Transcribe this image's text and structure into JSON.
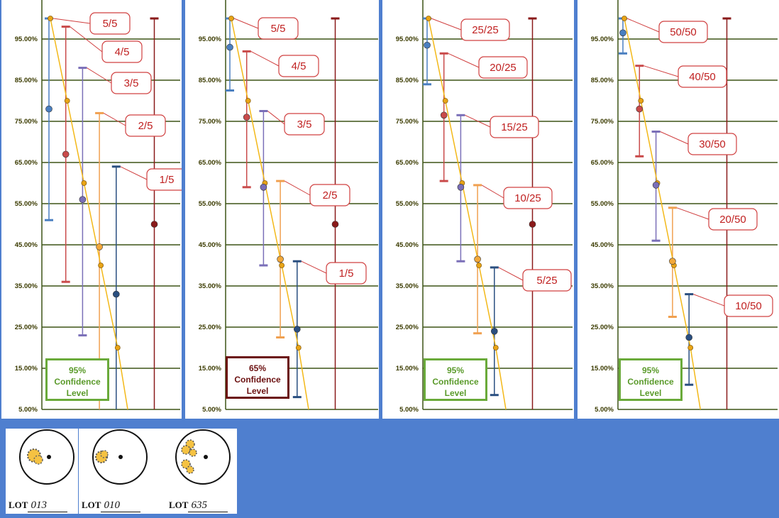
{
  "chart_data": [
    {
      "type": "scatter",
      "y_ticks": [
        "5.00%",
        "15.00%",
        "25.00%",
        "35.00%",
        "45.00%",
        "55.00%",
        "65.00%",
        "75.00%",
        "85.00%",
        "95.00%"
      ],
      "ylim": [
        5,
        100
      ],
      "confidence_label": [
        "95%",
        "Confidence",
        "Level"
      ],
      "groups": [
        {
          "label": "5/5",
          "color": "#4a7fc0",
          "mark": 78,
          "lo": 51,
          "hi": 100
        },
        {
          "label": "4/5",
          "color": "#c94a4a",
          "mark": 67,
          "lo": 36,
          "hi": 98
        },
        {
          "label": "3/5",
          "color": "#7a6fb8",
          "mark": 56,
          "lo": 23,
          "hi": 88
        },
        {
          "label": "2/5",
          "color": "#f0a050",
          "mark": 44.5,
          "lo": 5,
          "hi": 77
        },
        {
          "label": "1/5",
          "color": "#2a4f80",
          "mark": 33,
          "lo": 5,
          "hi": 64
        },
        {
          "label": "",
          "color": "#8a1a1a",
          "mark": 50,
          "lo": 5,
          "hi": 100
        }
      ],
      "trend_points": [
        [
          0,
          100
        ],
        [
          1,
          80
        ],
        [
          2,
          60
        ],
        [
          3,
          40
        ],
        [
          4,
          20
        ],
        [
          4.6,
          5
        ]
      ]
    },
    {
      "type": "scatter",
      "y_ticks": [
        "5.00%",
        "15.00%",
        "25.00%",
        "35.00%",
        "45.00%",
        "55.00%",
        "65.00%",
        "75.00%",
        "85.00%",
        "95.00%"
      ],
      "ylim": [
        5,
        100
      ],
      "confidence_label": [
        "65%",
        "Confidence",
        "Level"
      ],
      "groups": [
        {
          "label": "5/5",
          "color": "#4a7fc0",
          "mark": 93,
          "lo": 82.5,
          "hi": 100
        },
        {
          "label": "4/5",
          "color": "#c94a4a",
          "mark": 76,
          "lo": 59,
          "hi": 92
        },
        {
          "label": "3/5",
          "color": "#7a6fb8",
          "mark": 59,
          "lo": 40,
          "hi": 77.5
        },
        {
          "label": "2/5",
          "color": "#f0a050",
          "mark": 41.5,
          "lo": 22.5,
          "hi": 60.5
        },
        {
          "label": "1/5",
          "color": "#2a4f80",
          "mark": 24.5,
          "lo": 8,
          "hi": 41
        },
        {
          "label": "",
          "color": "#8a1a1a",
          "mark": 50,
          "lo": 5,
          "hi": 100
        }
      ],
      "trend_points": [
        [
          0,
          100
        ],
        [
          1,
          80
        ],
        [
          2,
          60
        ],
        [
          3,
          40
        ],
        [
          4,
          20
        ],
        [
          4.6,
          5
        ]
      ]
    },
    {
      "type": "scatter",
      "y_ticks": [
        "5.00%",
        "15.00%",
        "25.00%",
        "35.00%",
        "45.00%",
        "55.00%",
        "65.00%",
        "75.00%",
        "85.00%",
        "95.00%"
      ],
      "ylim": [
        5,
        100
      ],
      "confidence_label": [
        "95%",
        "Confidence",
        "Level"
      ],
      "groups": [
        {
          "label": "25/25",
          "color": "#4a7fc0",
          "mark": 93.5,
          "lo": 84,
          "hi": 100
        },
        {
          "label": "20/25",
          "color": "#c94a4a",
          "mark": 76.5,
          "lo": 60.5,
          "hi": 91.5
        },
        {
          "label": "15/25",
          "color": "#7a6fb8",
          "mark": 59,
          "lo": 41,
          "hi": 76.5
        },
        {
          "label": "10/25",
          "color": "#f0a050",
          "mark": 41.5,
          "lo": 23.5,
          "hi": 59.5
        },
        {
          "label": "5/25",
          "color": "#2a4f80",
          "mark": 24,
          "lo": 8.5,
          "hi": 39.5
        },
        {
          "label": "",
          "color": "#8a1a1a",
          "mark": 50,
          "lo": 5,
          "hi": 100
        }
      ],
      "trend_points": [
        [
          0,
          100
        ],
        [
          1,
          80
        ],
        [
          2,
          60
        ],
        [
          3,
          40
        ],
        [
          4,
          20
        ],
        [
          4.6,
          5
        ]
      ]
    },
    {
      "type": "scatter",
      "y_ticks": [
        "5.00%",
        "15.00%",
        "25.00%",
        "35.00%",
        "45.00%",
        "55.00%",
        "65.00%",
        "75.00%",
        "85.00%",
        "95.00%"
      ],
      "ylim": [
        5,
        100
      ],
      "confidence_label": [
        "95%",
        "Confidence",
        "Level"
      ],
      "groups": [
        {
          "label": "50/50",
          "color": "#4a7fc0",
          "mark": 96.5,
          "lo": 91.5,
          "hi": 100
        },
        {
          "label": "40/50",
          "color": "#c94a4a",
          "mark": 78,
          "lo": 66.5,
          "hi": 88.5
        },
        {
          "label": "30/50",
          "color": "#7a6fb8",
          "mark": 59.5,
          "lo": 46,
          "hi": 72.5
        },
        {
          "label": "20/50",
          "color": "#f0a050",
          "mark": 41,
          "lo": 27.5,
          "hi": 54
        },
        {
          "label": "10/50",
          "color": "#2a4f80",
          "mark": 22.5,
          "lo": 11,
          "hi": 33
        },
        {
          "label": "",
          "color": "#8a1a1a",
          "mark": 50,
          "lo": 5,
          "hi": 100
        }
      ],
      "trend_points": [
        [
          0,
          100
        ],
        [
          1,
          80
        ],
        [
          2,
          60
        ],
        [
          3,
          40
        ],
        [
          4,
          20
        ],
        [
          4.6,
          5
        ]
      ]
    }
  ],
  "targets": [
    {
      "lot_prefix": "LOT",
      "lot_number": "013"
    },
    {
      "lot_prefix": "LOT",
      "lot_number": "010"
    },
    {
      "lot_prefix": "LOT",
      "lot_number": "635"
    }
  ]
}
